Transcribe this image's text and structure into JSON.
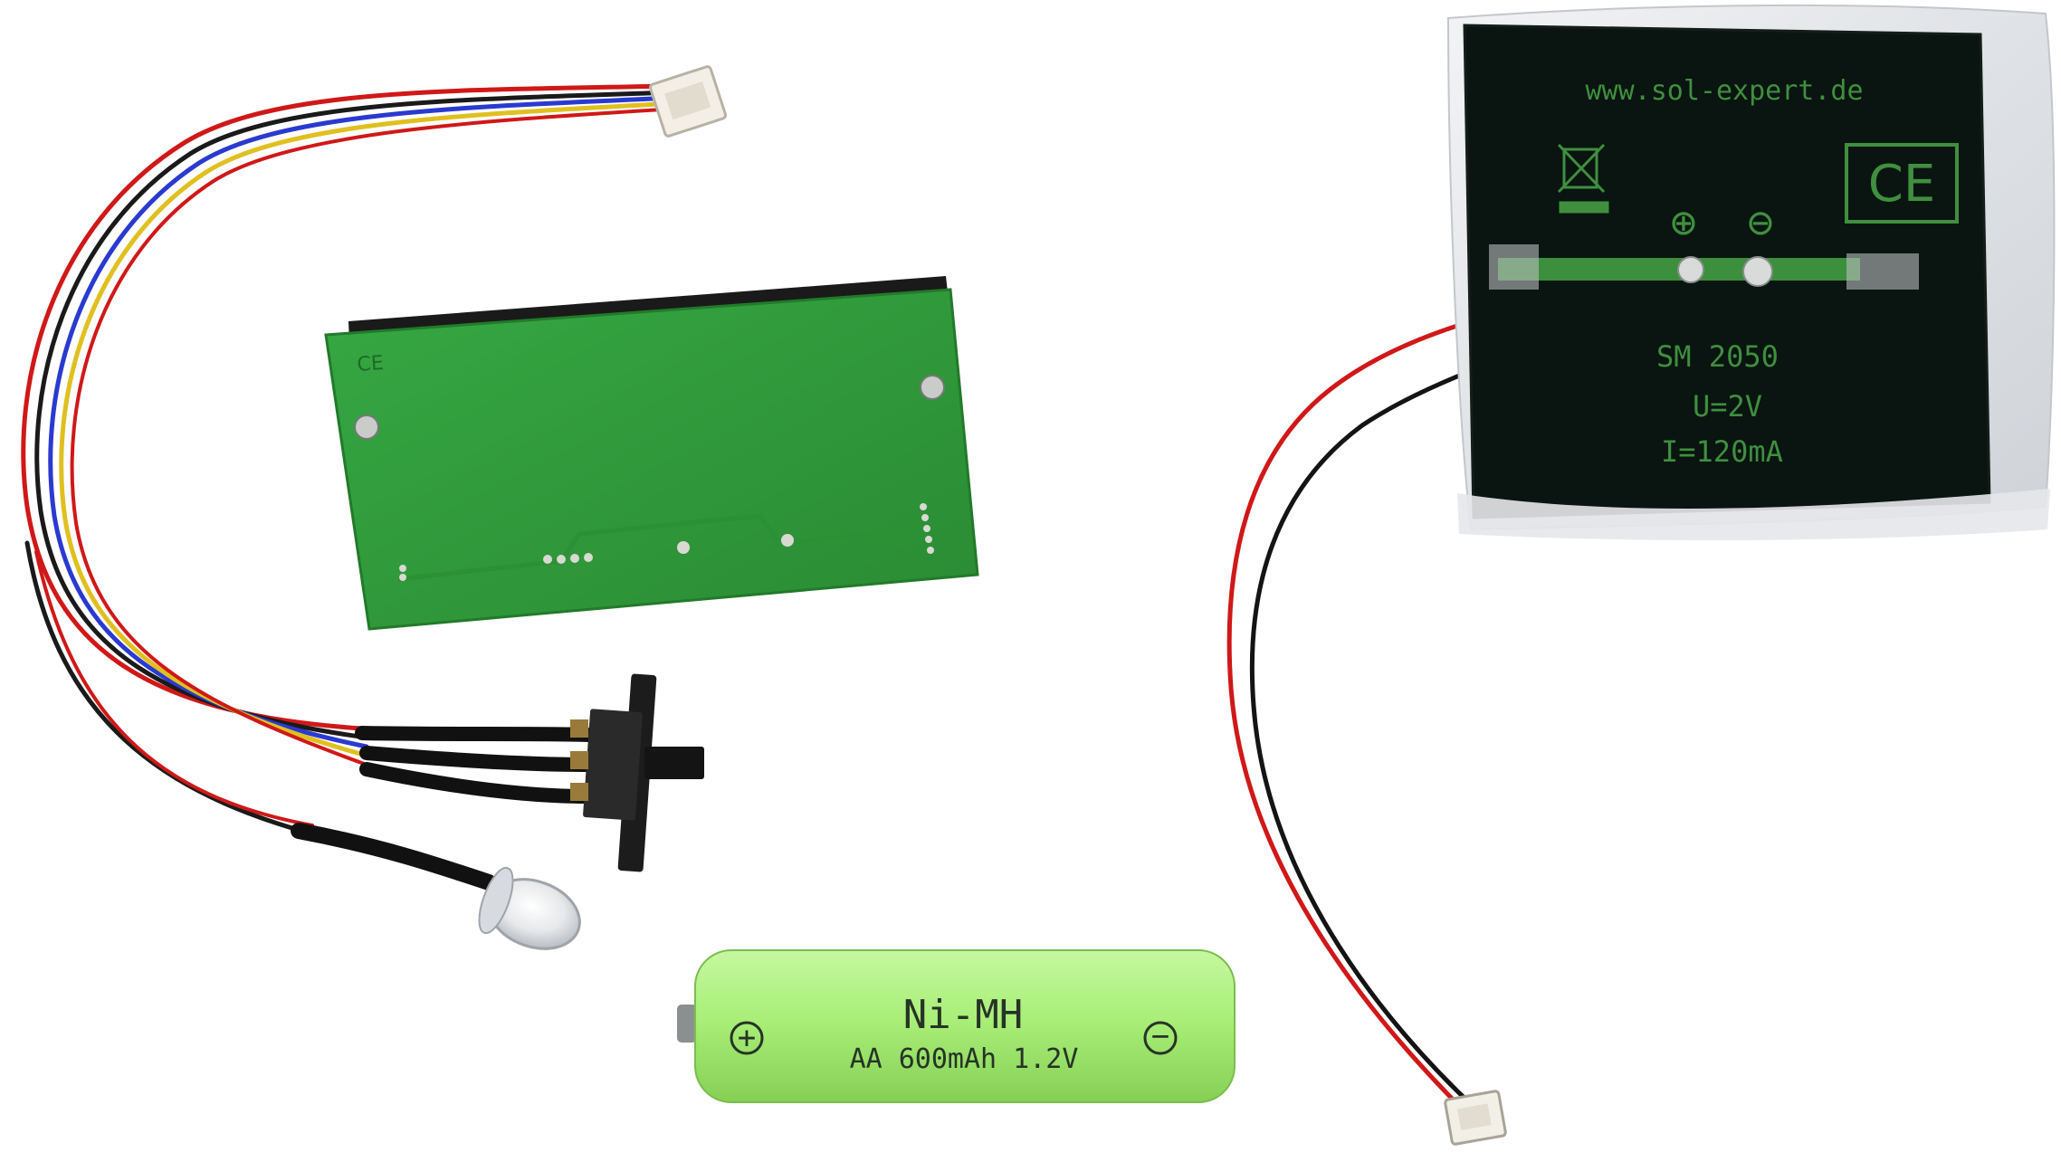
{
  "photo": {
    "background_color": "#ffffff",
    "objects": [
      "pcb-board",
      "ribbon-wire-harness",
      "slide-switch",
      "led",
      "aa-battery",
      "solar-panel",
      "solar-panel-leads",
      "connector-plug"
    ]
  },
  "solar_panel": {
    "url": "www.sol-expert.de",
    "ce_mark": "CE",
    "plus_symbol": "⊕",
    "minus_symbol": "⊖",
    "model": "SM 2050",
    "voltage": "U=2V",
    "current": "I=120mA",
    "print_color": "#3f8f3f",
    "panel_color": "#0a1410"
  },
  "pcb": {
    "marking": "CE",
    "board_color": "#2f9a3a"
  },
  "battery": {
    "type_label": "Ni-MH",
    "spec_label": "AA 600mAh 1.2V",
    "plus_symbol": "+",
    "minus_symbol": "−",
    "body_color": "#a9f07a"
  },
  "wires": {
    "colors": [
      "#d01818",
      "#1a1a1a",
      "#2a3ad0",
      "#e0c020",
      "#d01818"
    ]
  }
}
